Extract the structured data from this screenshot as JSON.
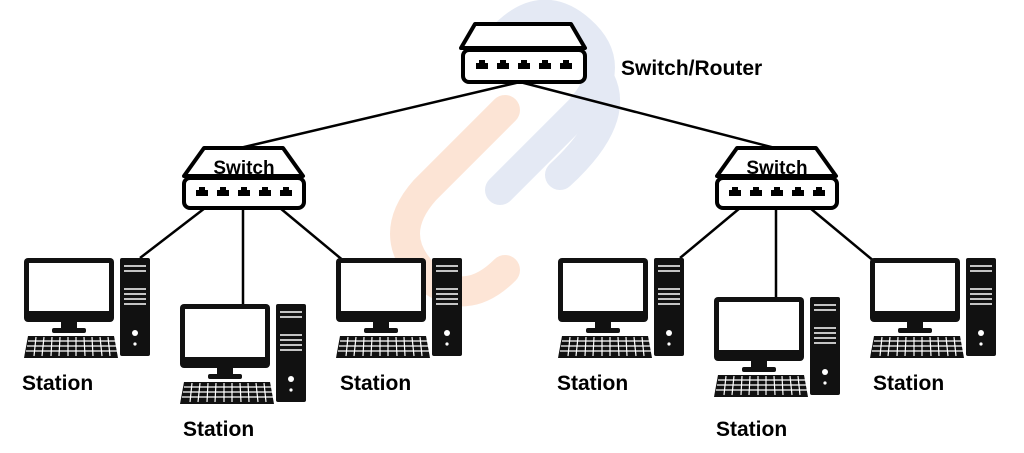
{
  "diagram": {
    "root": {
      "label": "Switch/Router"
    },
    "switches": [
      {
        "label": "Switch",
        "stations": [
          "Station",
          "Station",
          "Station"
        ]
      },
      {
        "label": "Switch",
        "stations": [
          "Station",
          "Station",
          "Station"
        ]
      }
    ]
  },
  "colors": {
    "line": "#000000",
    "watermark_orange": "#f7a26b",
    "watermark_blue": "#9fb3d8"
  }
}
